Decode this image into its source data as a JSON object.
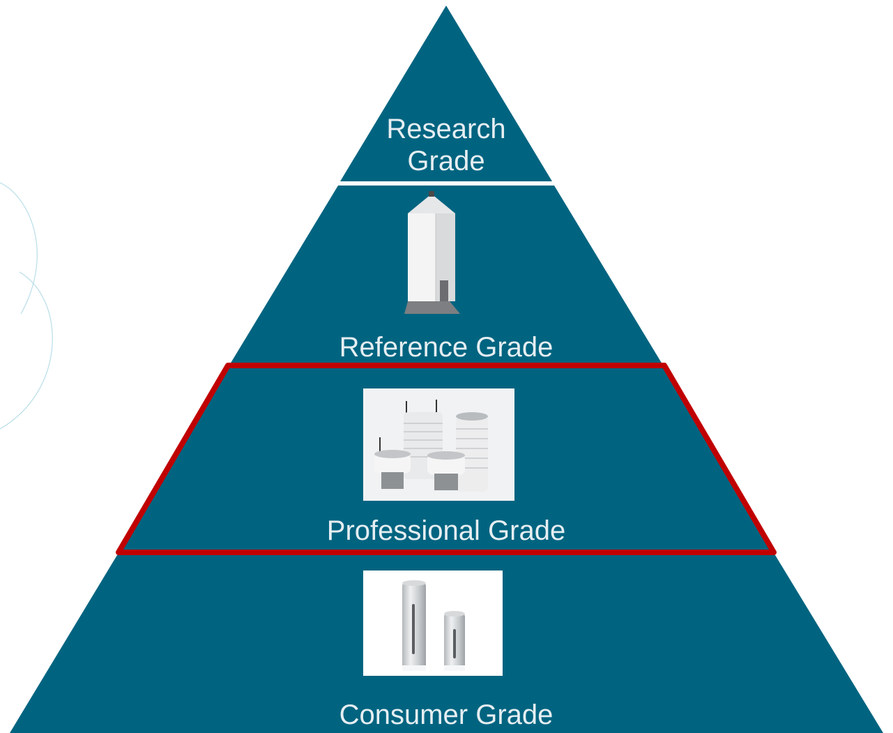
{
  "diagram": {
    "colors": {
      "tier_fill": "#006480",
      "separator": "#ffffff",
      "highlight_outline": "#c00000",
      "label_text": "#e6eef2",
      "decor_line": "#b8dde8"
    },
    "tiers": [
      {
        "id": "research",
        "label_line1": "Research",
        "label_line2": "Grade",
        "image": ""
      },
      {
        "id": "reference",
        "label": "Reference Grade",
        "image": "reference-sensor-image"
      },
      {
        "id": "professional",
        "label": "Professional Grade",
        "image": "professional-sensors-image",
        "highlighted": true
      },
      {
        "id": "consumer",
        "label": "Consumer Grade",
        "image": "consumer-sensors-image"
      }
    ]
  }
}
